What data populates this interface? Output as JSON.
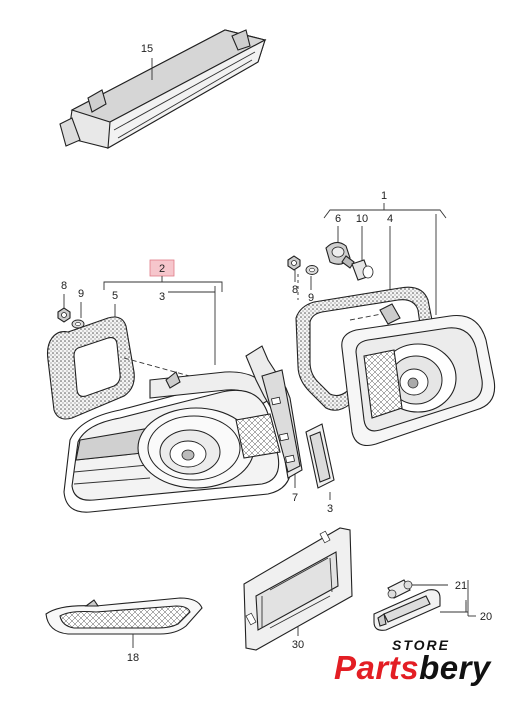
{
  "callouts": {
    "c1": "1",
    "c2": "2",
    "c3a": "3",
    "c3b": "3",
    "c4": "4",
    "c5": "5",
    "c6": "6",
    "c7": "7",
    "c8a": "8",
    "c8b": "8",
    "c9a": "9",
    "c9b": "9",
    "c10": "10",
    "c15": "15",
    "c18": "18",
    "c20": "20",
    "c21": "21",
    "c30": "30"
  },
  "logo": {
    "top": "STORE",
    "brand_red": "Parts",
    "brand_dark": "bery"
  },
  "colors": {
    "highlight": "#f6c6cc",
    "brand_red": "#e31e24"
  }
}
